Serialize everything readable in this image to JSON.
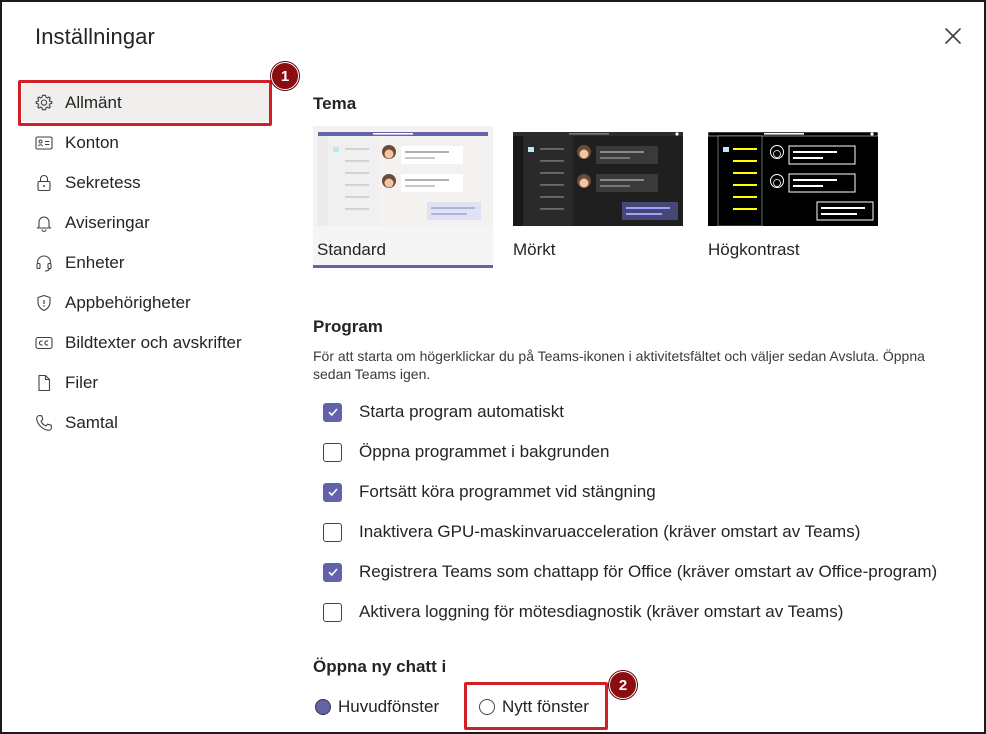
{
  "dialog": {
    "title": "Inställningar"
  },
  "sidebar": {
    "items": [
      {
        "label": "Allmänt",
        "icon": "gear-icon"
      },
      {
        "label": "Konton",
        "icon": "id-card-icon"
      },
      {
        "label": "Sekretess",
        "icon": "lock-icon"
      },
      {
        "label": "Aviseringar",
        "icon": "bell-icon"
      },
      {
        "label": "Enheter",
        "icon": "headset-icon"
      },
      {
        "label": "Appbehörigheter",
        "icon": "shield-icon"
      },
      {
        "label": "Bildtexter och avskrifter",
        "icon": "closed-captions-icon"
      },
      {
        "label": "Filer",
        "icon": "file-icon"
      },
      {
        "label": "Samtal",
        "icon": "phone-icon"
      }
    ],
    "selected": "Allmänt"
  },
  "callouts": {
    "one": "1",
    "two": "2"
  },
  "theme": {
    "title": "Tema",
    "options": [
      {
        "label": "Standard",
        "selected": true
      },
      {
        "label": "Mörkt",
        "selected": false
      },
      {
        "label": "Högkontrast",
        "selected": false
      }
    ]
  },
  "program": {
    "title": "Program",
    "description": "För att starta om högerklickar du på Teams-ikonen i aktivitetsfältet och väljer sedan Avsluta. Öppna sedan Teams igen.",
    "options": [
      {
        "label": "Starta program automatiskt",
        "checked": true
      },
      {
        "label": "Öppna programmet i bakgrunden",
        "checked": false
      },
      {
        "label": "Fortsätt köra programmet vid stängning",
        "checked": true
      },
      {
        "label": "Inaktivera GPU-maskinvaruacceleration (kräver omstart av Teams)",
        "checked": false
      },
      {
        "label": "Registrera Teams som chattapp för Office (kräver omstart av Office-program)",
        "checked": true
      },
      {
        "label": "Aktivera loggning för mötesdiagnostik (kräver omstart av Teams)",
        "checked": false
      }
    ]
  },
  "new_chat": {
    "title": "Öppna ny chatt i",
    "options": [
      {
        "label": "Huvudfönster",
        "selected": true
      },
      {
        "label": "Nytt fönster",
        "selected": false
      }
    ]
  },
  "colors": {
    "accent": "#6264a7",
    "highlight_red": "#d21f26",
    "callout_red": "#8b0c11"
  }
}
